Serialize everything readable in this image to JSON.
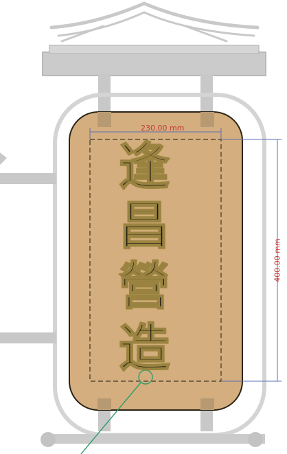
{
  "sign": {
    "characters": [
      "逢",
      "昌",
      "營",
      "造"
    ],
    "board_color": "#d4ae7e",
    "frame_color": "#c8c8c8",
    "glyph_color": "#1a1811",
    "glyph_outline_color": "#9a8340"
  },
  "dimensions": {
    "width_label": "230.00 mm",
    "height_label": "400.00 mm",
    "dim_color": "#c23b3b",
    "line_color": "#5b6fb5",
    "leader_color": "#2e9c6a"
  }
}
